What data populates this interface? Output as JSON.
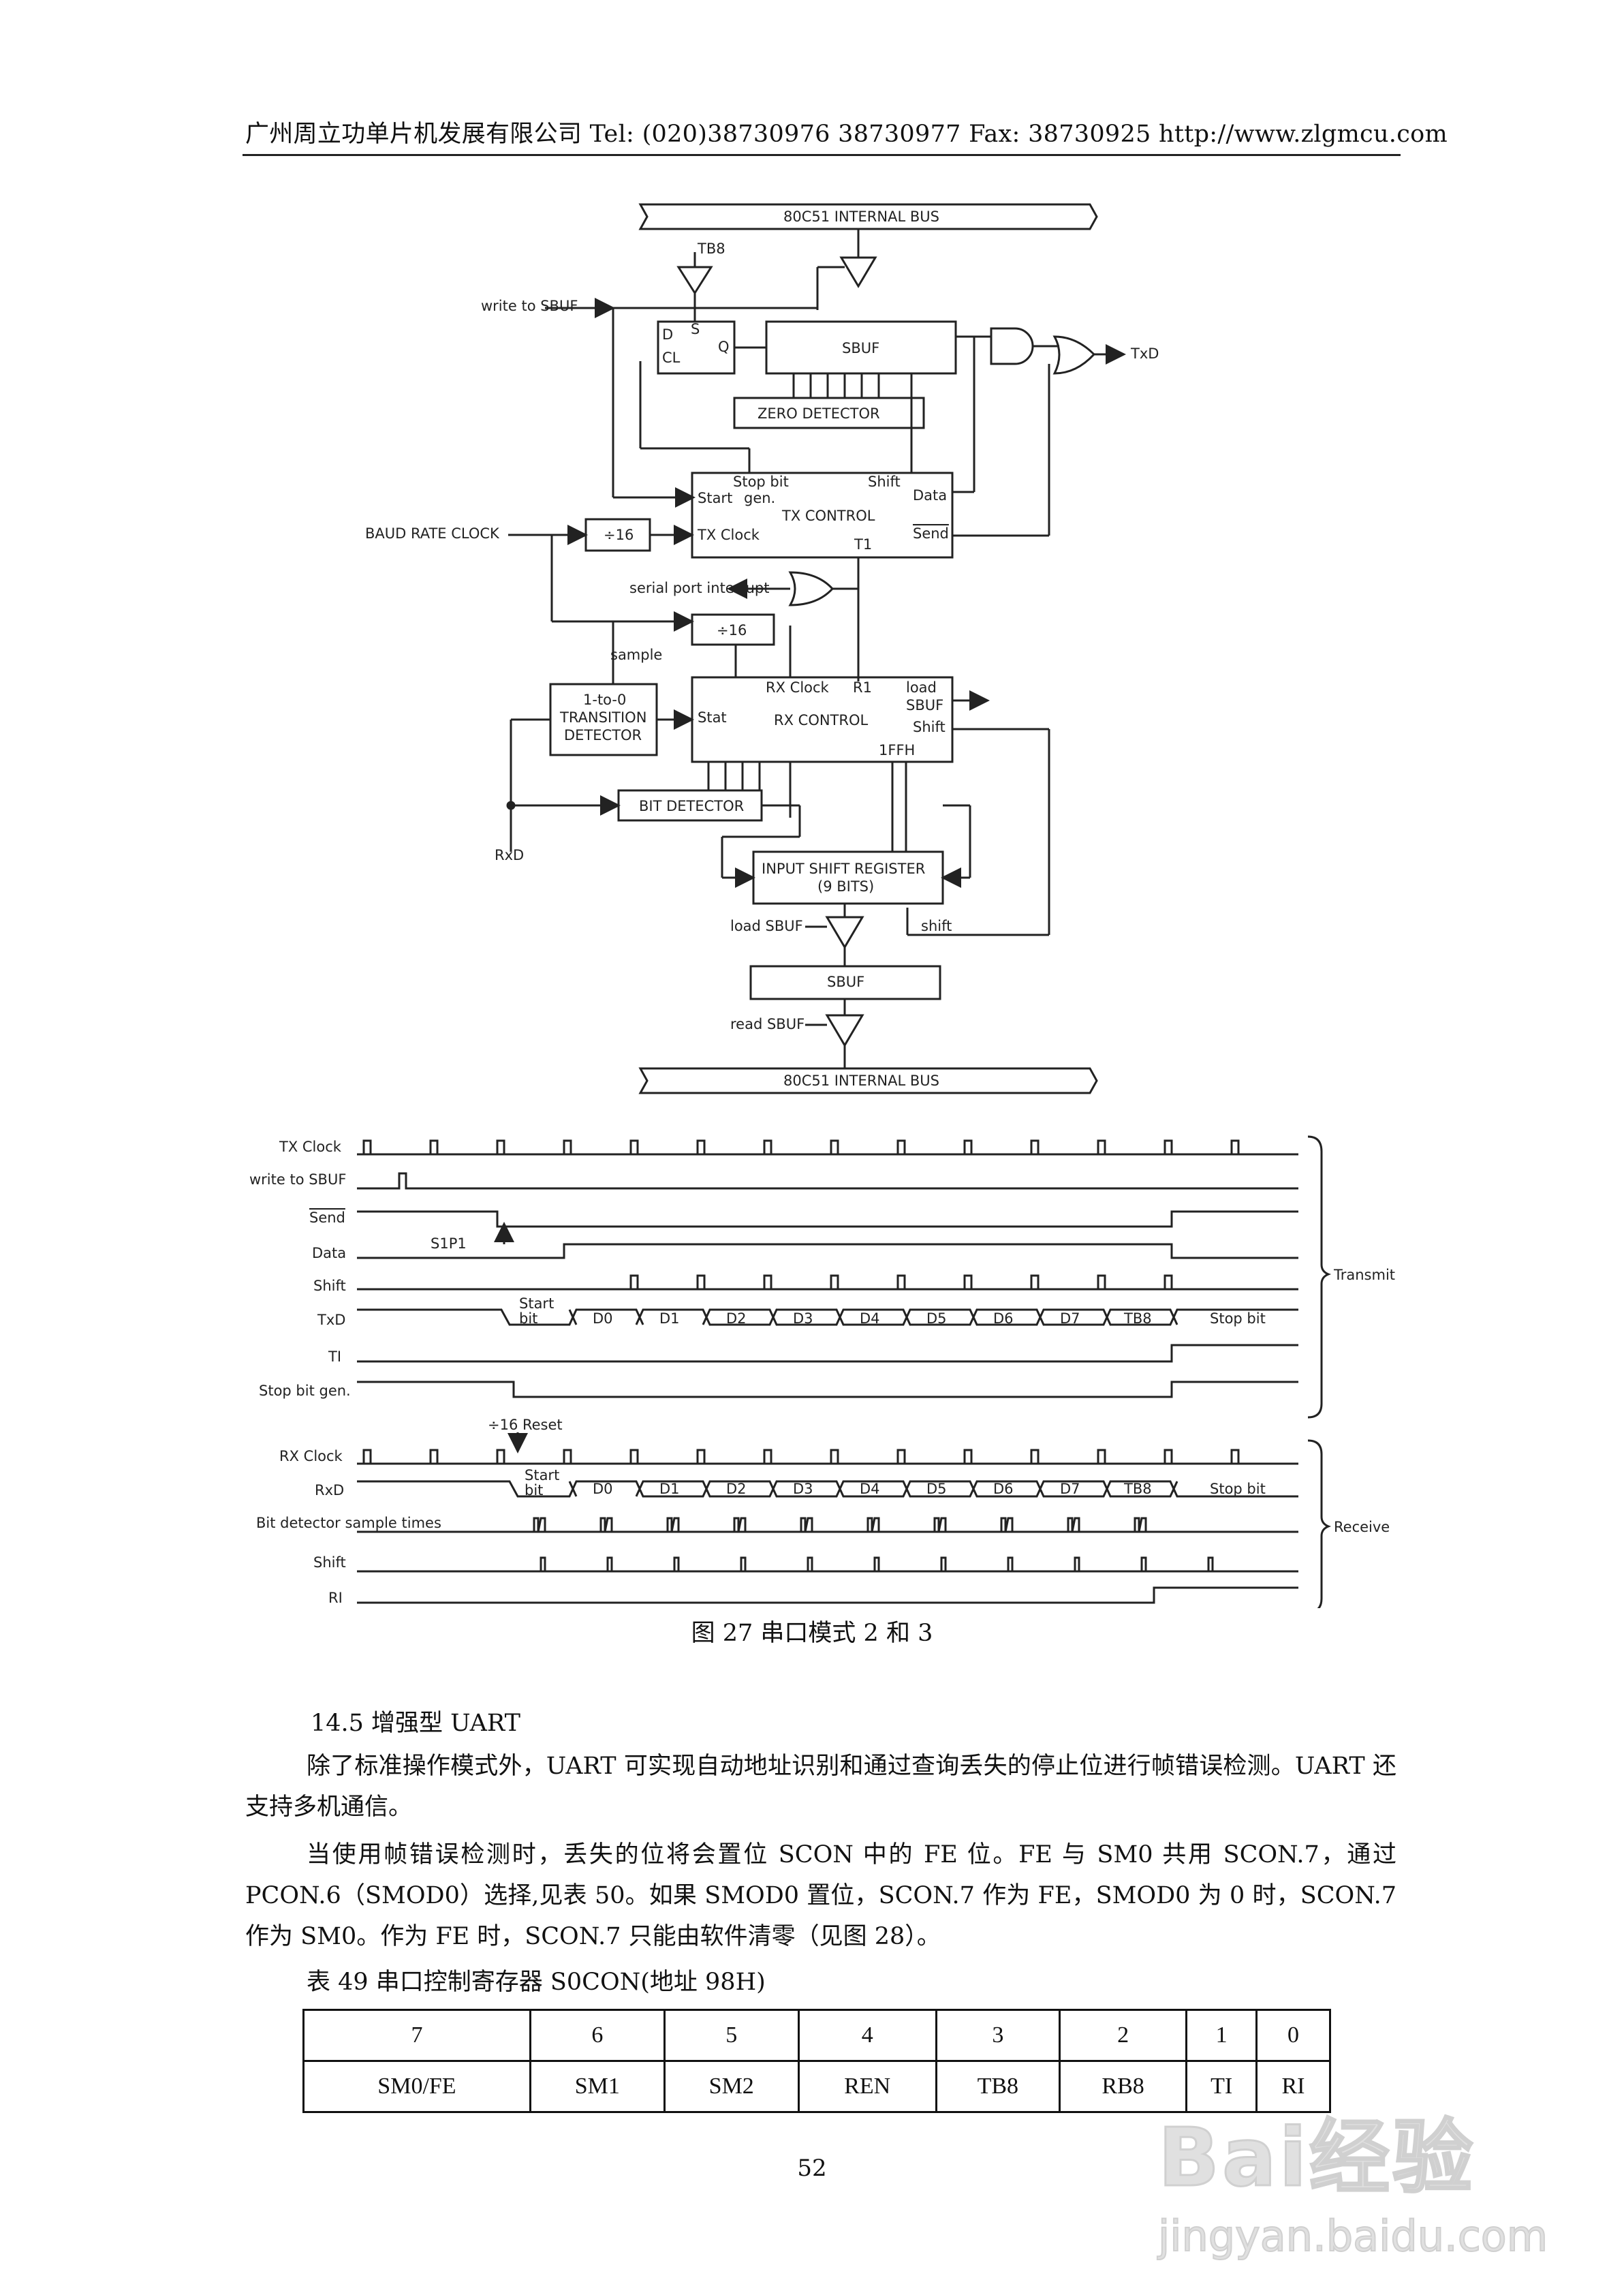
{
  "header": {
    "text": "广州周立功单片机发展有限公司   Tel: (020)38730976   38730977   Fax: 38730925   http://www.zlgmcu.com"
  },
  "block_diagram": {
    "bus_top": "80C51 INTERNAL BUS",
    "bus_bottom": "80C51 INTERNAL BUS",
    "tb8": "TB8",
    "write_to_sbuf": "write to SBUF",
    "d": "D",
    "s": "S",
    "cl": "CL",
    "q": "Q",
    "sbuf_tx": "SBUF",
    "zero_detector": "ZERO DETECTOR",
    "txd": "TxD",
    "start": "Start",
    "stop_bit": "Stop bit",
    "gen": "gen.",
    "shift": "Shift",
    "data": "Data",
    "tx_control": "TX CONTROL",
    "tx_clock": "TX Clock",
    "send": "Send",
    "t1": "T1",
    "baud_rate_clock": "BAUD RATE CLOCK",
    "div16": "÷16",
    "serial_port_interrupt": "serial port interrupt",
    "sample": "sample",
    "div16_rx": "÷16",
    "transition_1": "1-to-0",
    "transition_2": "TRANSITION",
    "transition_3": "DETECTOR",
    "rx_clock": "RX Clock",
    "r1": "R1",
    "load": "load",
    "sbuf_small": "SBUF",
    "stat": "Stat",
    "rx_control": "RX CONTROL",
    "shift_rx": "Shift",
    "iffh": "1FFH",
    "bit_detector": "BIT DETECTOR",
    "rxd": "RxD",
    "isr_1": "INPUT SHIFT REGISTER",
    "isr_2": "(9 BITS)",
    "load_sbuf": "load SBUF",
    "shift_lbl": "shift",
    "sbuf_rx": "SBUF",
    "read_sbuf": "read SBUF"
  },
  "timing": {
    "tx_clock": "TX Clock",
    "write_to_sbuf": "write to SBUF",
    "send": "Send",
    "data": "Data",
    "shift": "Shift",
    "txd": "TxD",
    "ti": "TI",
    "stop_bit_gen": "Stop bit gen.",
    "rx_clock": "RX Clock",
    "rxd": "RxD",
    "bit_detector": "Bit detector sample times",
    "shift_rx": "Shift",
    "ri": "RI",
    "s1p1": "S1P1",
    "div16_reset": "÷16 Reset",
    "start": "Start",
    "bit": "bit",
    "d0": "D0",
    "d1": "D1",
    "d2": "D2",
    "d3": "D3",
    "d4": "D4",
    "d5": "D5",
    "d6": "D6",
    "d7": "D7",
    "tb8": "TB8",
    "stop_bit": "Stop bit",
    "transmit": "Transmit",
    "receive": "Receive"
  },
  "caption": "图 27    串口模式 2 和 3",
  "section": "14.5   增强型 UART",
  "paragraphs": [
    "除了标准操作模式外，UART  可实现自动地址识别和通过查询丢失的停止位进行帧错误检测。UART 还支持多机通信。",
    "当使用帧错误检测时，丢失的位将会置位 SCON 中的 FE 位。FE 与 SM0 共用 SCON.7，通过 PCON.6（SMOD0）选择,见表 50。如果 SMOD0 置位，SCON.7 作为 FE，SMOD0 为 0 时，SCON.7 作为 SM0。作为 FE 时，SCON.7 只能由软件清零（见图 28）。"
  ],
  "table_caption": "表 49   串口控制寄存器 S0CON(地址   98H)",
  "table": {
    "bits": [
      "7",
      "6",
      "5",
      "4",
      "3",
      "2",
      "1",
      "0"
    ],
    "names": [
      "SM0/FE",
      "SM1",
      "SM2",
      "REN",
      "TB8",
      "RB8",
      "TI",
      "RI"
    ]
  },
  "page_number": "52",
  "watermark": {
    "line1": "Bai经验",
    "line2": "jingyan.baidu.com"
  }
}
